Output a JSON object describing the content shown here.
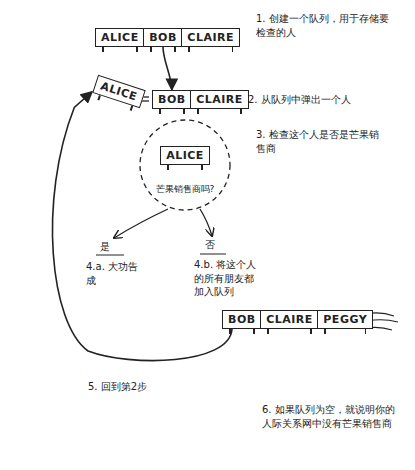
{
  "diagram": {
    "nodes": [
      {
        "text": [
          "ALICE"
        ]
      },
      {
        "text": [
          "BOB"
        ]
      },
      {
        "text": [
          "CLAIRE"
        ]
      },
      {
        "text": [
          "ALICE"
        ]
      },
      {
        "text": [
          "BOB"
        ]
      },
      {
        "text": [
          "CLAIRE"
        ]
      },
      {
        "text": [
          "ALICE"
        ]
      },
      {
        "text": [
          "BOB"
        ]
      },
      {
        "text": [
          "CLAIRE"
        ]
      },
      {
        "text": [
          "PEGGY"
        ]
      }
    ],
    "edges": [
      {
        "from": 1,
        "to": 4,
        "arrow": "to"
      },
      {
        "from": 7,
        "to": 3,
        "arrow": "to"
      }
    ],
    "labels": [
      "1. 创建一个队列，用于存储要检查的人",
      "2. 从队列中弹出一个人",
      "3. 检查这个人是否是芒果销售商",
      "芒果销售商吗?",
      "是",
      "否",
      "4.a. 大功告成",
      "4.b. 将这个人的所有朋友都加入队列",
      "5. 回到第2步",
      "6. 如果队列为空，就说明你的人际关系网中没有芒果销售商"
    ]
  }
}
